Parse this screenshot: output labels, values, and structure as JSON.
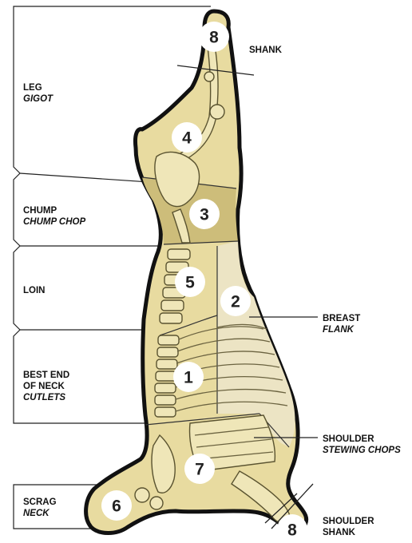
{
  "cuts": {
    "shank_top": {
      "number": "8",
      "lines": [
        "SHANK"
      ]
    },
    "leg": {
      "number": "4",
      "lines": [
        "LEG",
        "GIGOT"
      ]
    },
    "chump": {
      "number": "3",
      "lines": [
        "CHUMP",
        "CHUMP CHOP"
      ]
    },
    "loin": {
      "number": "5",
      "lines": [
        "LOIN"
      ]
    },
    "breast": {
      "number": "2",
      "lines": [
        "BREAST",
        "FLANK"
      ]
    },
    "best_end": {
      "number": "1",
      "lines": [
        "BEST END",
        "OF NECK",
        "CUTLETS"
      ]
    },
    "shoulder": {
      "number": "7",
      "lines": [
        "SHOULDER",
        "STEWING CHOPS"
      ]
    },
    "scrag": {
      "number": "6",
      "lines": [
        "SCRAG",
        "NECK"
      ]
    },
    "shoulder_shank": {
      "number": "8",
      "lines": [
        "SHOULDER",
        "SHANK"
      ]
    }
  },
  "colors": {
    "meat": "#e8dba0",
    "chump": "#cdbd7a",
    "breast": "#ece4c4",
    "outline": "#111111",
    "badge": "#ffffff"
  }
}
